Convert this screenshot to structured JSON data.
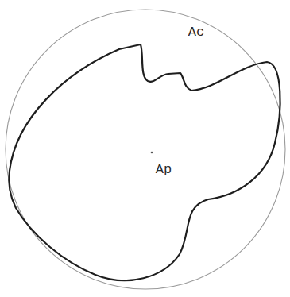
{
  "diagram": {
    "nodes": [
      {
        "text": [
          "Ac"
        ]
      },
      {
        "text": [
          "Ap"
        ],
        "in": 0
      }
    ]
  }
}
